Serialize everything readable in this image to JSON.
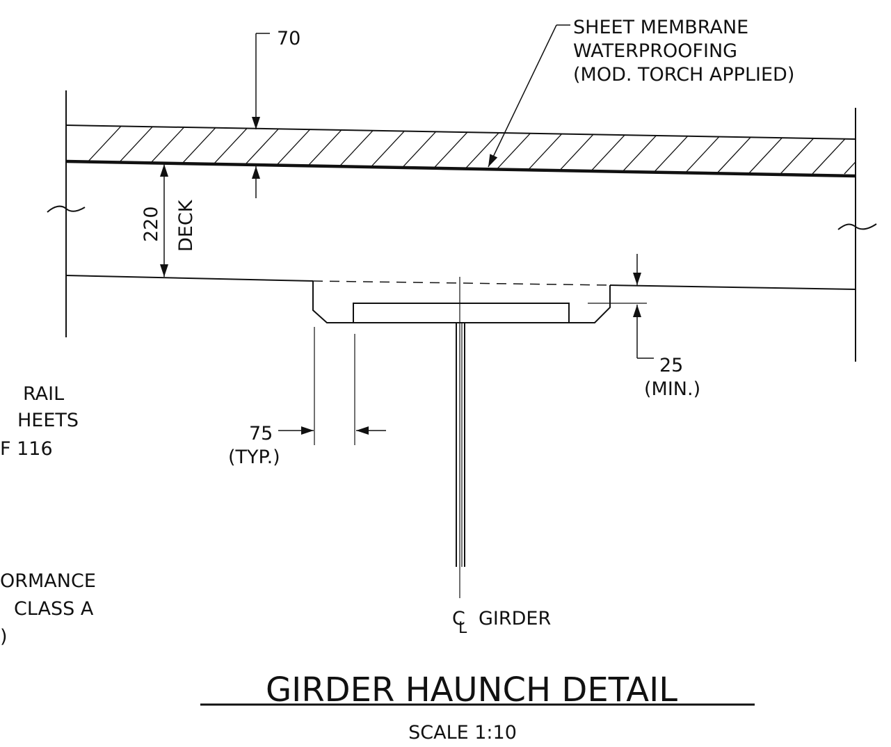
{
  "title": "GIRDER HAUNCH DETAIL",
  "scale": "SCALE 1:10",
  "dimensions": {
    "membrane_top": "70",
    "deck_thickness": "220",
    "deck_label": "DECK",
    "haunch_min": "25",
    "haunch_min_note": "(MIN.)",
    "flange_edge": "75",
    "flange_edge_note": "(TYP.)"
  },
  "notes": {
    "membrane": [
      "SHEET MEMBRANE",
      "WATERPROOFING",
      "(MOD. TORCH APPLIED)"
    ],
    "girder_centerline": "GIRDER",
    "left_upper": [
      "RAIL",
      "HEETS",
      "F 116"
    ],
    "left_lower": [
      "ORMANCE",
      "CLASS A",
      ")"
    ]
  }
}
